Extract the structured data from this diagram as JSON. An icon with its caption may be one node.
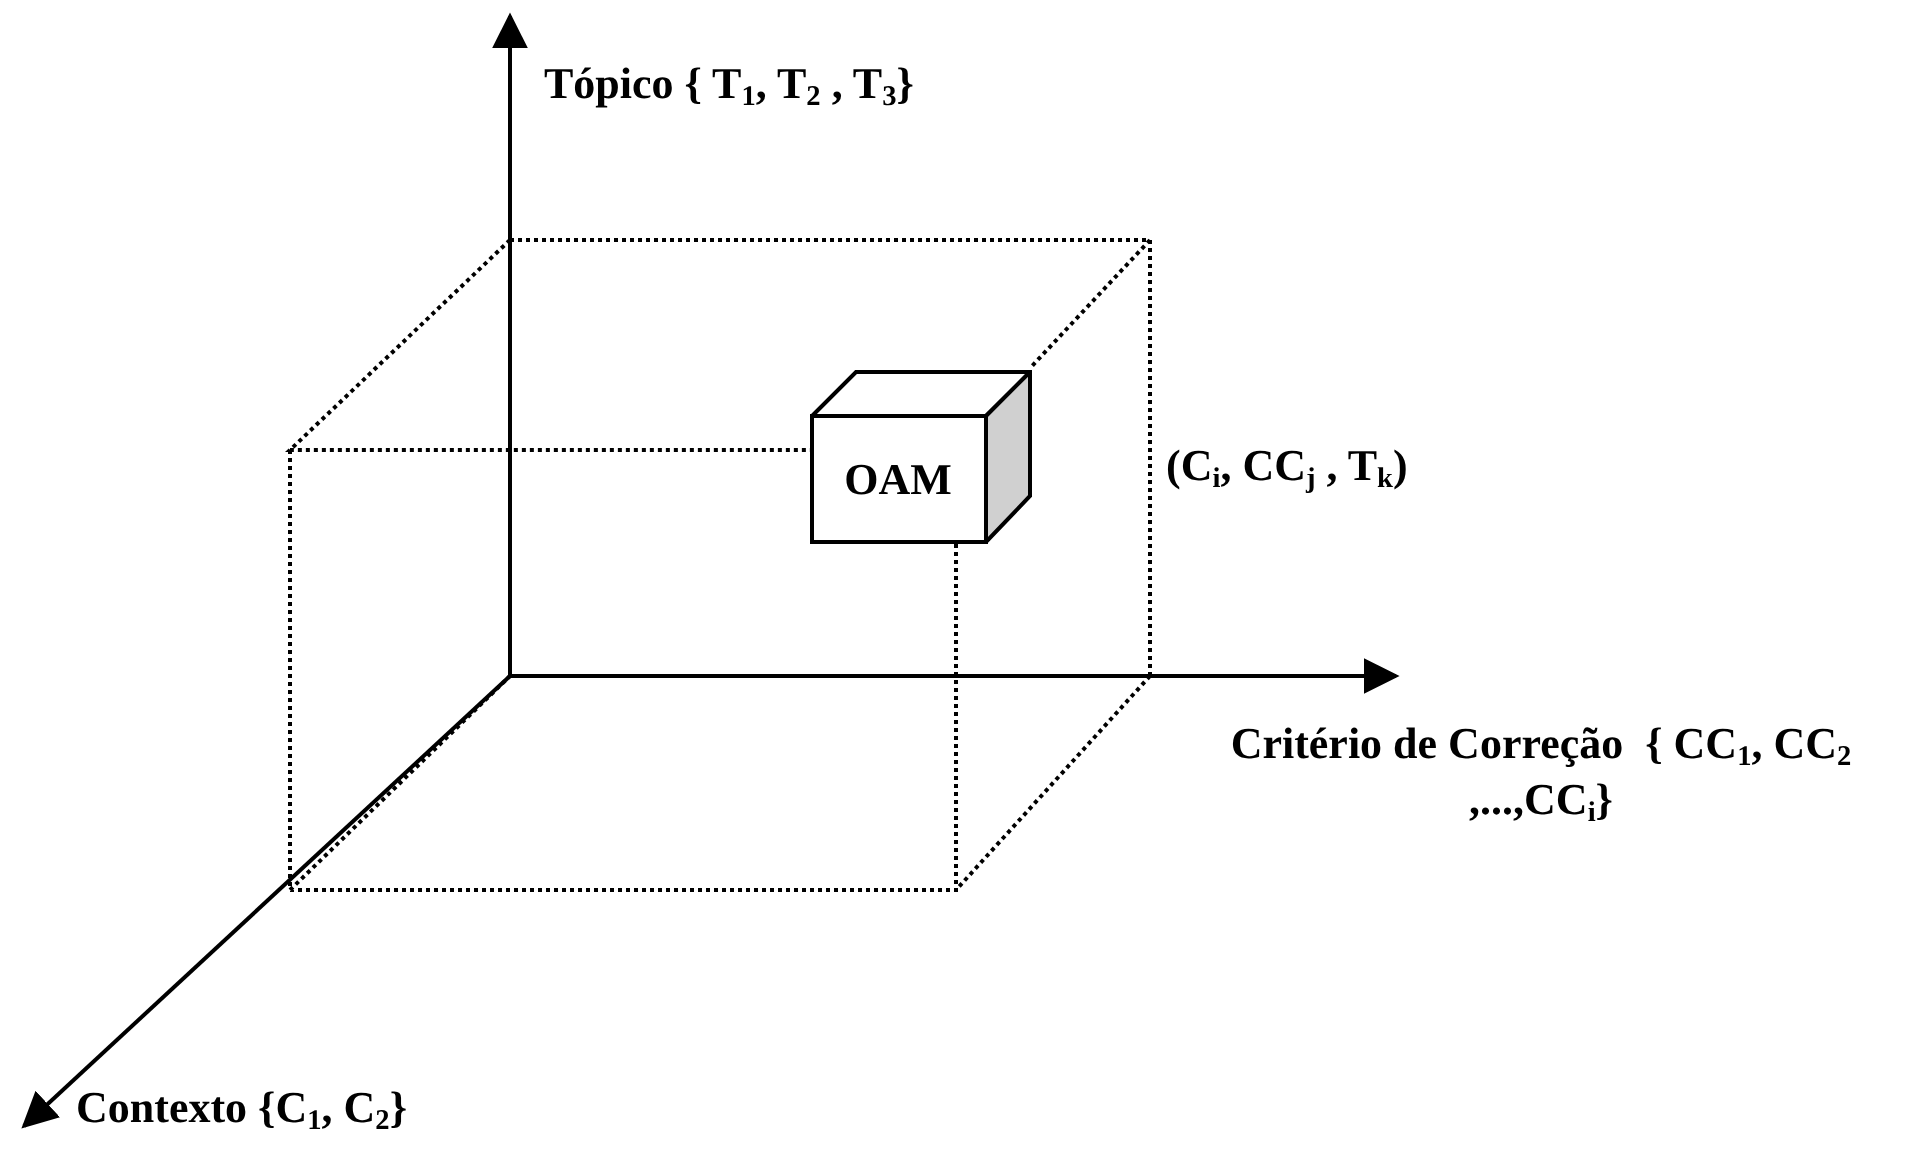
{
  "diagram": {
    "nodes": [
      {
        "text": [
          "OAM"
        ],
        "beside": [
          "(C$_{i}$, CC$_{j}$ , T$_{k}$)"
        ]
      }
    ],
    "labels": [
      "Tópico { T$_{1}$, T$_{2}$ , T$_{3}$}",
      "Critério de Correção  { CC$_{1}$, CC$_{2}$ ,...,CC$_{i}$}",
      "Contexto {C$_{1}$, C$_{2}$}"
    ]
  }
}
